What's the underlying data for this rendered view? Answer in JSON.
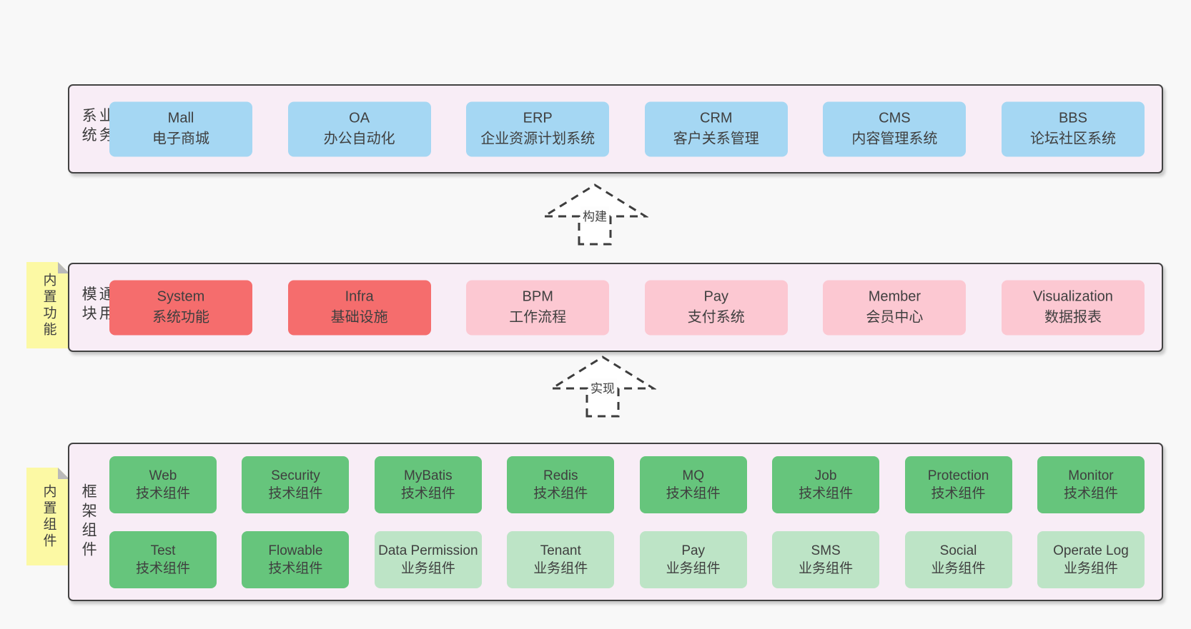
{
  "colors": {
    "page_background": "#f8f8f8",
    "layer_background": "#f8edf6",
    "layer_border": "#424242",
    "business_box_blue": "#a5d7f3",
    "core_module_red": "#f56d6d",
    "module_pink": "#fcc8d2",
    "tech_component_green": "#66c57c",
    "biz_component_green_light": "#bde4c6",
    "note_yellow": "#fcf9a4",
    "note_fold_gray": "#b9b9b9",
    "text": "#3f3f3f"
  },
  "arrows": [
    {
      "label": "构建"
    },
    {
      "label": "实现"
    }
  ],
  "layers": [
    {
      "label": "业务系统",
      "boxes": [
        {
          "name": "Mall",
          "desc": "电子商城"
        },
        {
          "name": "OA",
          "desc": "办公自动化"
        },
        {
          "name": "ERP",
          "desc": "企业资源计划系统"
        },
        {
          "name": "CRM",
          "desc": "客户关系管理"
        },
        {
          "name": "CMS",
          "desc": "内容管理系统"
        },
        {
          "name": "BBS",
          "desc": "论坛社区系统"
        }
      ]
    },
    {
      "label": "通用模块",
      "note": "内置功能",
      "boxes": [
        {
          "name": "System",
          "desc": "系统功能"
        },
        {
          "name": "Infra",
          "desc": "基础设施"
        },
        {
          "name": "BPM",
          "desc": "工作流程"
        },
        {
          "name": "Pay",
          "desc": "支付系统"
        },
        {
          "name": "Member",
          "desc": "会员中心"
        },
        {
          "name": "Visualization",
          "desc": "数据报表"
        }
      ]
    },
    {
      "label": "框架组件",
      "note": "内置组件",
      "boxes": [
        {
          "name": "Web",
          "desc": "技术组件"
        },
        {
          "name": "Security",
          "desc": "技术组件"
        },
        {
          "name": "MyBatis",
          "desc": "技术组件"
        },
        {
          "name": "Redis",
          "desc": "技术组件"
        },
        {
          "name": "MQ",
          "desc": "技术组件"
        },
        {
          "name": "Job",
          "desc": "技术组件"
        },
        {
          "name": "Protection",
          "desc": "技术组件"
        },
        {
          "name": "Monitor",
          "desc": "技术组件"
        },
        {
          "name": "Test",
          "desc": "技术组件"
        },
        {
          "name": "Flowable",
          "desc": "技术组件"
        },
        {
          "name": "Data Permission",
          "desc": "业务组件"
        },
        {
          "name": "Tenant",
          "desc": "业务组件"
        },
        {
          "name": "Pay",
          "desc": "业务组件"
        },
        {
          "name": "SMS",
          "desc": "业务组件"
        },
        {
          "name": "Social",
          "desc": "业务组件"
        },
        {
          "name": "Operate Log",
          "desc": "业务组件"
        }
      ]
    }
  ]
}
